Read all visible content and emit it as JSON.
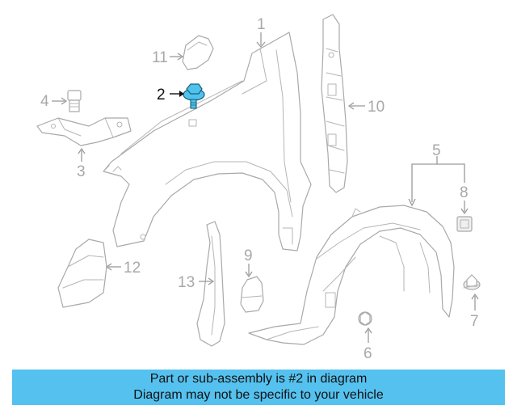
{
  "banner": {
    "line1": "Part or sub-assembly is #2 in diagram",
    "line2": "Diagram may not be specific to your vehicle"
  },
  "callouts": {
    "c1": "1",
    "c2": "2",
    "c3": "3",
    "c4": "4",
    "c5": "5",
    "c6": "6",
    "c7": "7",
    "c8": "8",
    "c9": "9",
    "c10": "10",
    "c11": "11",
    "c12": "12",
    "c13": "13"
  },
  "colors": {
    "banner_bg": "#55c1ef",
    "highlight_part": "#4fc3ee",
    "line_art": "#a9a9a9",
    "callout_text": "#a8a8a8"
  },
  "highlighted_callout": "2"
}
